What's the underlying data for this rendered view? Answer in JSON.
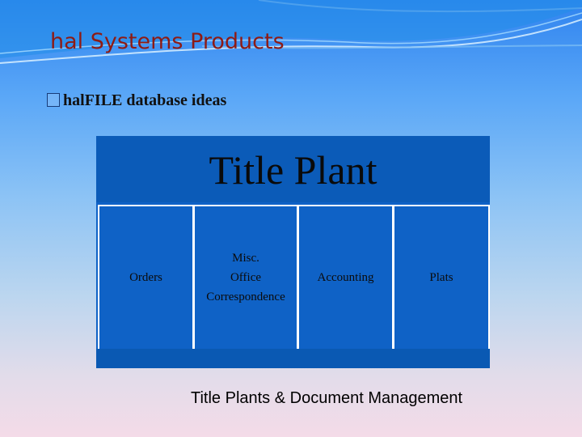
{
  "slide": {
    "title": "hal Systems Products",
    "bullet": {
      "glyph": "missing-glyph-icon",
      "emphasis": "hal",
      "text": "FILE database ideas"
    },
    "diagram": {
      "title": "Title Plant",
      "items": [
        {
          "label": "Orders"
        },
        {
          "label": "Misc.\nOffice\nCorrespondence"
        },
        {
          "label": "Accounting"
        },
        {
          "label": "Plats"
        }
      ]
    },
    "footer": "Title Plants & Document Management",
    "colors": {
      "title": "#8e1b14",
      "diagram_fill": "#0f62c6",
      "diagram_header": "#0b5bb8",
      "cell_border": "#ffffff"
    }
  }
}
